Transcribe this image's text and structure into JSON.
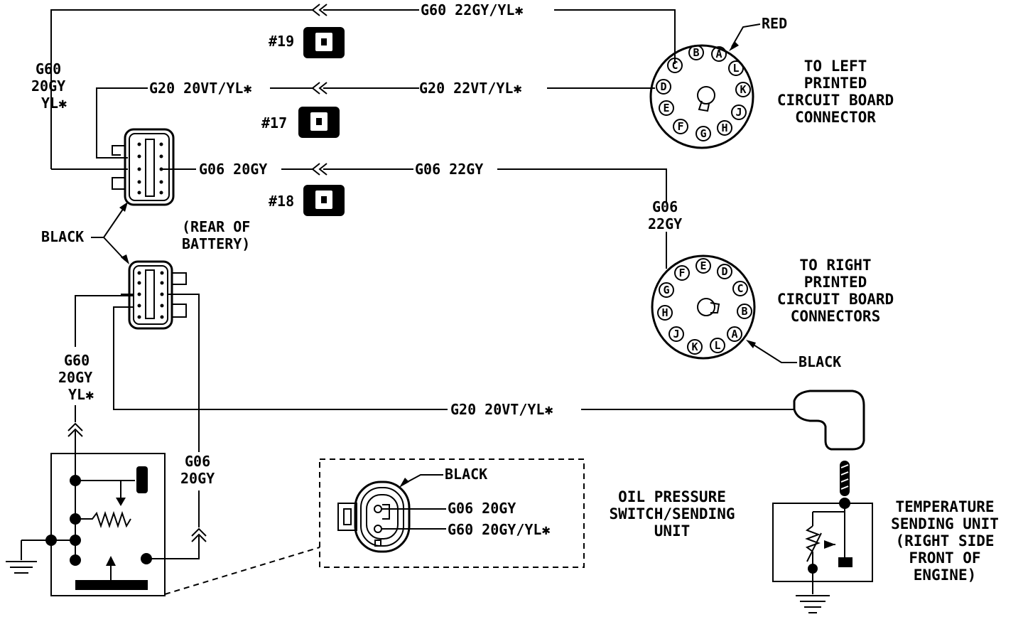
{
  "wires": {
    "g60_top": "G60 22GY/YL✱",
    "g60_left_1": "G60",
    "g60_left_2": "20GY",
    "g60_left_3": "YL✱",
    "g20_left": "G20 20VT/YL✱",
    "g20_right": "G20 22VT/YL✱",
    "g06_left": "G06 20GY",
    "g06_right": "G06 22GY",
    "g06_vert_1": "G06",
    "g06_vert_2": "22GY",
    "g60_lower_1": "G60",
    "g60_lower_2": "20GY",
    "g60_lower_3": "YL✱",
    "g06_lower_1": "G06",
    "g06_lower_2": "20GY",
    "g20_bottom": "G20 20VT/YL✱"
  },
  "splices": [
    "#19",
    "#17",
    "#18"
  ],
  "labels": {
    "black_connector": "BLACK",
    "rear_battery_1": "(REAR OF",
    "rear_battery_2": "BATTERY)",
    "red": "RED",
    "black_right": "BLACK",
    "black_oil": "BLACK",
    "oil_g06": "G06 20GY",
    "oil_g60": "G60 20GY/YL✱"
  },
  "left_pcb": {
    "title": [
      "TO LEFT",
      "PRINTED",
      "CIRCUIT BOARD",
      "CONNECTOR"
    ],
    "pins": [
      "A",
      "B",
      "C",
      "D",
      "E",
      "F",
      "G",
      "H",
      "J",
      "K",
      "L"
    ]
  },
  "right_pcb": {
    "title": [
      "TO RIGHT",
      "PRINTED",
      "CIRCUIT BOARD",
      "CONNECTORS"
    ],
    "pins": [
      "A",
      "B",
      "C",
      "D",
      "E",
      "F",
      "G",
      "H",
      "J",
      "K",
      "L"
    ]
  },
  "oil_switch": [
    "OIL PRESSURE",
    "SWITCH/SENDING",
    "UNIT"
  ],
  "temp_sender": [
    "TEMPERATURE",
    "SENDING UNIT",
    "(RIGHT SIDE",
    "FRONT OF",
    "ENGINE)"
  ]
}
